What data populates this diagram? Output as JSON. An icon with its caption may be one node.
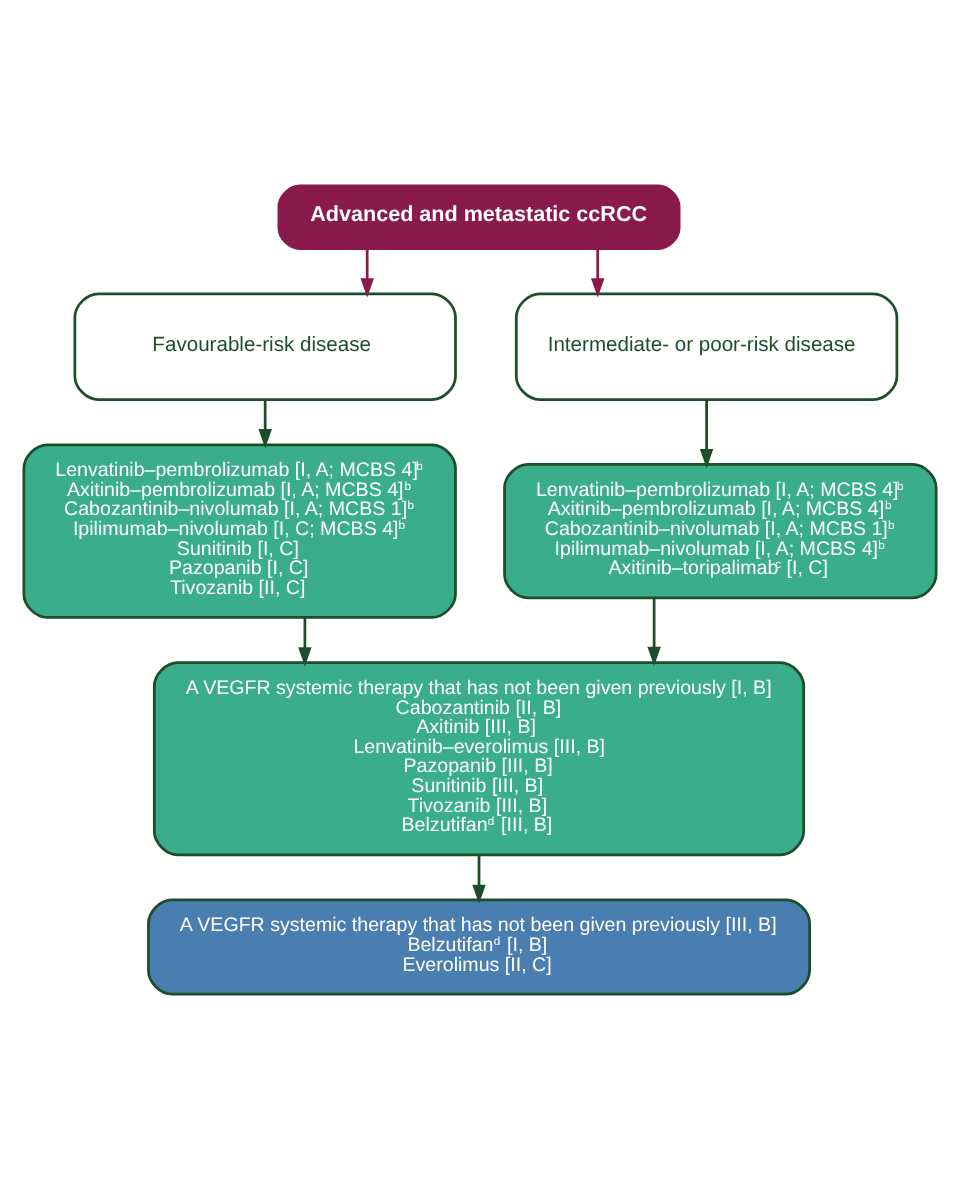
{
  "diagram": {
    "nodes": [
      {
        "text": [
          "Advanced and metastatic ccRCC"
        ]
      },
      {
        "text": [
          "Favourable-risk disease"
        ]
      },
      {
        "text": [
          "Intermediate- or poor-risk disease"
        ]
      },
      {
        "text": [
          "Lenvatinib–pembrolizumab [I, A; MCBS 4]$^{b}$",
          "Axitinib–pembrolizumab [I, A; MCBS 4]$^{b}$",
          "Cabozantinib–nivolumab [I, A; MCBS 1]$^{b}$",
          "Ipilimumab–nivolumab [I, C; MCBS 4]$^{b}$",
          "Sunitinib [I, C]",
          "Pazopanib [I, C]",
          "Tivozanib [II, C]"
        ]
      },
      {
        "text": [
          "Lenvatinib–pembrolizumab [I, A; MCBS 4]$^{b}$",
          "Axitinib–pembrolizumab [I, A; MCBS 4]$^{b}$",
          "Cabozantinib–nivolumab [I, A; MCBS 1]$^{b}$",
          "Ipilimumab–nivolumab [I, A; MCBS 4]$^{b}$",
          "Axitinib–toripalimab$^{c}$ [I, C]"
        ]
      },
      {
        "text": [
          "A VEGFR systemic therapy that has not been given previously [I, B]",
          "Cabozantinib [II, B]",
          "Axitinib [III, B]",
          "Lenvatinib–everolimus [III, B]",
          "Pazopanib [III, B]",
          "Sunitinib [III, B]",
          "Tivozanib [III, B]",
          "Belzutifan$^{d}$ [III, B]"
        ]
      },
      {
        "text": [
          "A VEGFR systemic therapy that has not been given previously [III, B]",
          "Belzutifan$^{d}$ [I, B]",
          "Everolimus [II, C]"
        ]
      }
    ],
    "edges": [
      {
        "from": 0,
        "to": 1,
        "arrow": "to",
        "color": "#8a1a4b"
      },
      {
        "from": 0,
        "to": 2,
        "arrow": "to",
        "color": "#8a1a4b"
      },
      {
        "from": 1,
        "to": 3,
        "arrow": "to"
      },
      {
        "from": 2,
        "to": 4,
        "arrow": "to"
      },
      {
        "from": 3,
        "to": 5,
        "arrow": "to"
      },
      {
        "from": 4,
        "to": 5,
        "arrow": "to"
      },
      {
        "from": 5,
        "to": 6,
        "arrow": "to"
      }
    ]
  }
}
